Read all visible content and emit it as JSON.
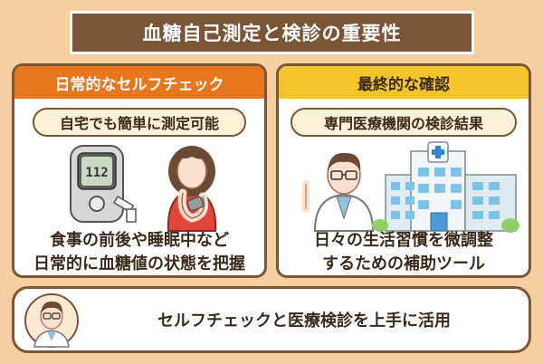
{
  "title": "血糖自己測定と検診の重要性",
  "left_card": {
    "header": "日常的なセルフチェック",
    "pill": "自宅でも簡単に測定可能",
    "meter_reading": "112",
    "text_line1": "食事の前後や睡眠中など",
    "text_line2": "日常的に血糖値の状態を把握"
  },
  "right_card": {
    "header": "最終的な確認",
    "pill": "専門医療機関の検診結果",
    "text_line1": "日々の生活習慣を微調整",
    "text_line2": "するための補助ツール"
  },
  "bottom": {
    "text": "セルフチェックと医療検診を上手に活用"
  },
  "colors": {
    "background": "#f5cfa0",
    "brown": "#7a5637",
    "orange": "#e8761c",
    "yellow": "#f4c52b"
  },
  "icons": [
    "glucose-meter-icon",
    "woman-with-sensor-icon",
    "doctor-icon",
    "hospital-icon",
    "doctor-avatar-icon"
  ]
}
